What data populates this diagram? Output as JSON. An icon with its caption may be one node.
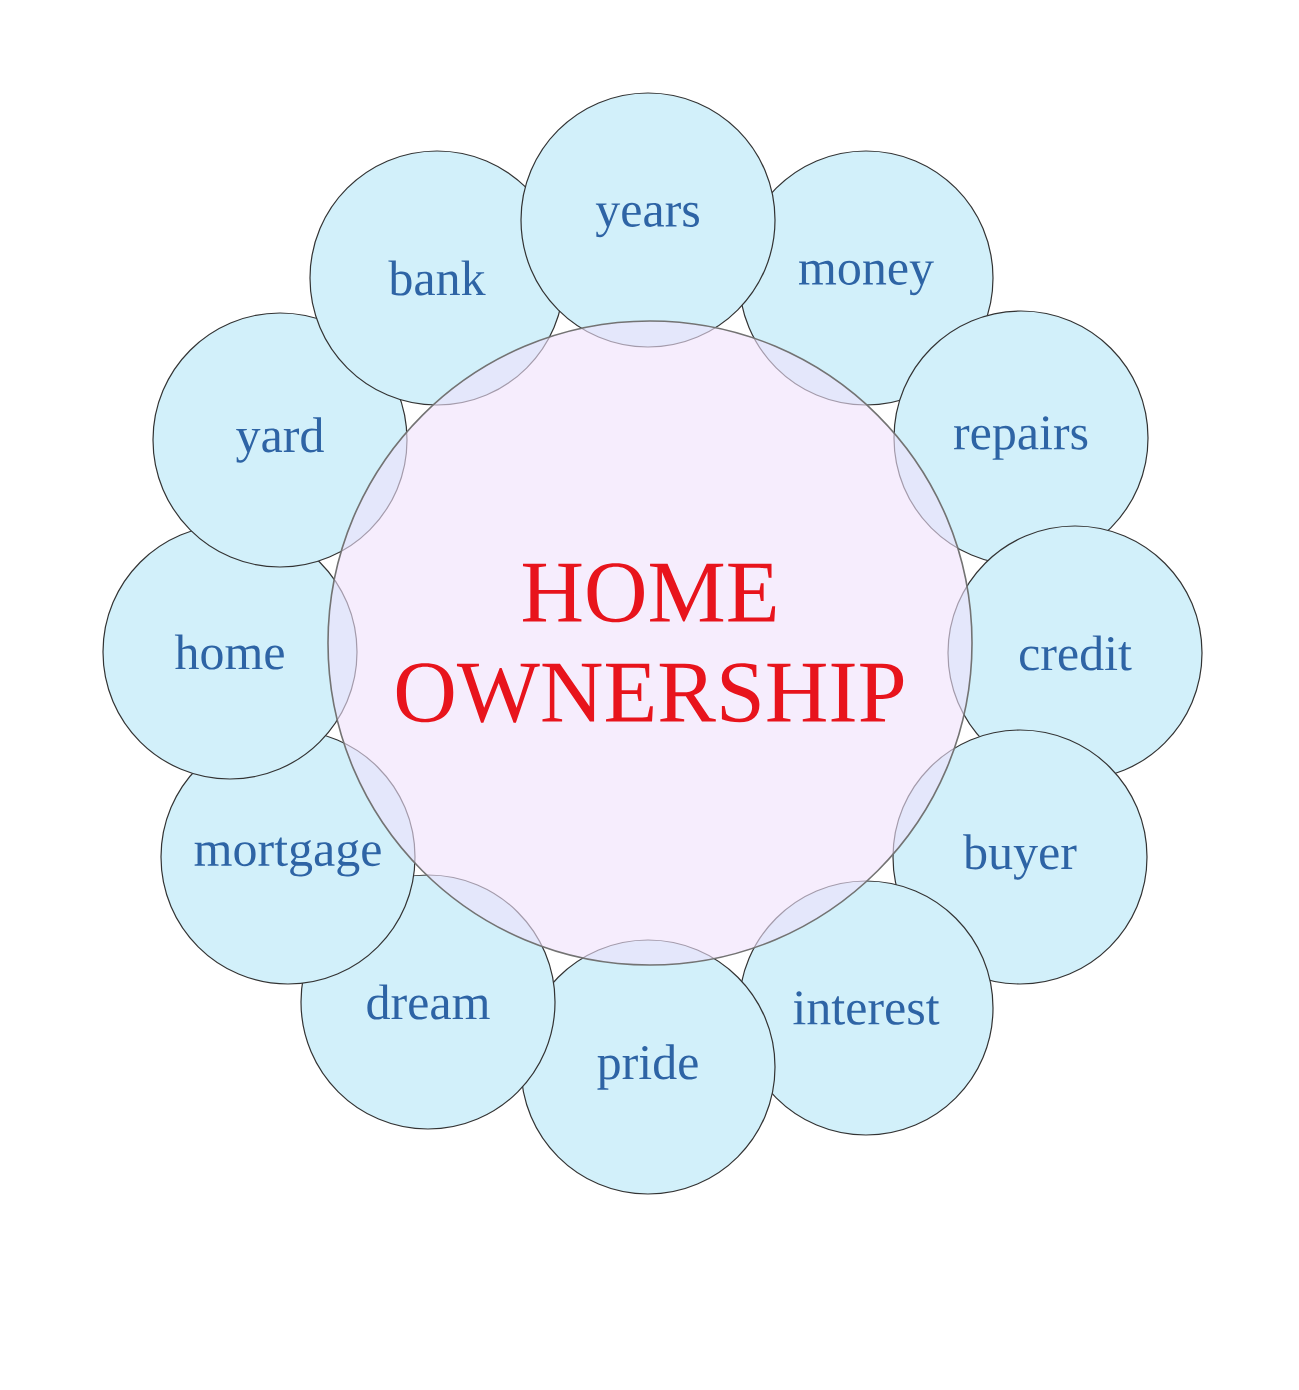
{
  "diagram": {
    "nodes": [
      {
        "text": [
          "HOME OWNERSHIP"
        ]
      },
      {
        "text": [
          "years"
        ]
      },
      {
        "text": [
          "money"
        ]
      },
      {
        "text": [
          "repairs"
        ]
      },
      {
        "text": [
          "credit"
        ]
      },
      {
        "text": [
          "buyer"
        ]
      },
      {
        "text": [
          "interest"
        ]
      },
      {
        "text": [
          "pride"
        ]
      },
      {
        "text": [
          "dream"
        ]
      },
      {
        "text": [
          "mortgage"
        ]
      },
      {
        "text": [
          "home"
        ]
      },
      {
        "text": [
          "yard"
        ]
      },
      {
        "text": [
          "bank"
        ]
      }
    ]
  }
}
